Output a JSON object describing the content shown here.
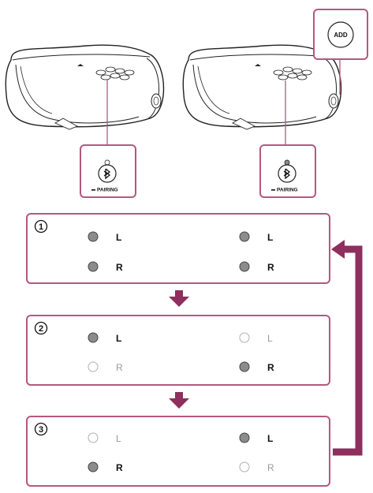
{
  "colors": {
    "frame": "#b5577f",
    "arrow": "#8e2f5e",
    "lamp_on_fill": "#8c8c8c",
    "lamp_off_stroke": "#b0b0b0",
    "text_on": "#111111",
    "text_off": "#9a9a9a"
  },
  "callouts": {
    "add_button_label": "ADD",
    "pairing_label_left": "PAIRING",
    "pairing_label_right": "PAIRING"
  },
  "states": [
    {
      "number": "1",
      "left": {
        "L": "on",
        "R": "on"
      },
      "right": {
        "L": "on",
        "R": "on"
      }
    },
    {
      "number": "2",
      "left": {
        "L": "on",
        "R": "off"
      },
      "right": {
        "L": "off",
        "R": "on"
      }
    },
    {
      "number": "3",
      "left": {
        "L": "off",
        "R": "on"
      },
      "right": {
        "L": "on",
        "R": "off"
      }
    }
  ],
  "channel_labels": {
    "left": "L",
    "right": "R"
  }
}
